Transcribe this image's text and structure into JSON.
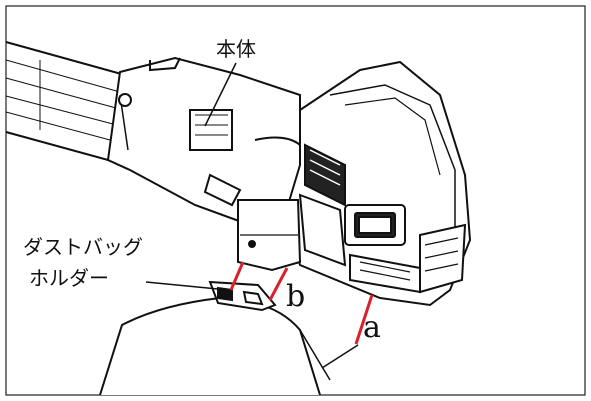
{
  "labels": {
    "body": "本体",
    "holder_line1": "ダストバッグ",
    "holder_line2": "ホルダー",
    "marker_a": "a",
    "marker_b": "b"
  },
  "colors": {
    "line": "#111111",
    "accent": "#d9212b",
    "background": "#ffffff"
  }
}
